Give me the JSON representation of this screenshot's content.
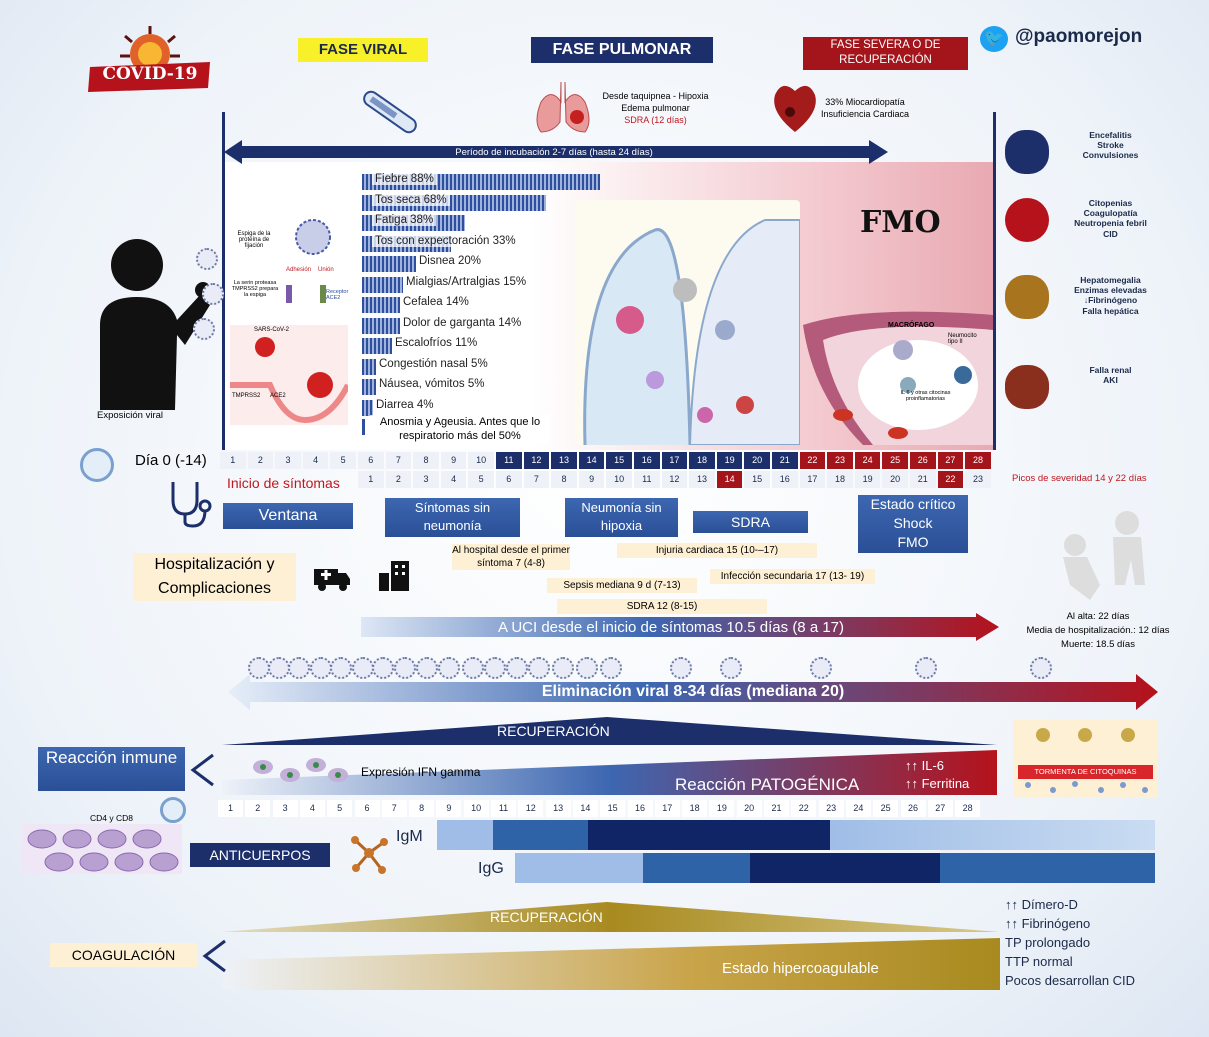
{
  "header": {
    "logo_text": "COVID-19",
    "phase_viral": "FASE VIRAL",
    "phase_pulmonary": "FASE PULMONAR",
    "phase_severe": "FASE SEVERA O DE RECUPERACIÓN",
    "twitter_handle": "@paomorejon"
  },
  "pulmonary_notes": [
    "Desde taquipnea -  Hipoxia",
    "Edema pulmonar",
    "SDRA (12 días)"
  ],
  "cardiac_notes": [
    "33% Miocardiopatía",
    "Insuficiencia Cardiaca"
  ],
  "incubation": "Período de incubación 2-7 días (hasta 24 días)",
  "fmo_label": "FMO",
  "exposure_label": "Exposición viral",
  "spike_labels": {
    "spike": "Espiga de la proteína de fijación",
    "serine": "La serin proteasa TMPRSS2 prepara la espiga",
    "receptor": "Receptor ACE2",
    "attach": "Adhesión",
    "union": "Unión",
    "sars": "SARS-CoV-2",
    "tmprss2": "TMPRSS2",
    "ace2": "ACE2"
  },
  "symptoms": [
    {
      "label": "Fiebre 88%",
      "pct": 88
    },
    {
      "label": "Tos seca 68%",
      "pct": 68
    },
    {
      "label": "Fatiga 38%",
      "pct": 38
    },
    {
      "label": "Tos con expectoración 33%",
      "pct": 33
    },
    {
      "label": "Disnea  20%",
      "pct": 20
    },
    {
      "label": "Mialgias/Artralgias 15%",
      "pct": 15
    },
    {
      "label": "Cefalea  14%",
      "pct": 14
    },
    {
      "label": "Dolor de garganta 14%",
      "pct": 14
    },
    {
      "label": "Escalofríos 11%",
      "pct": 11
    },
    {
      "label": "Congestión nasal 5%",
      "pct": 5
    },
    {
      "label": "Náusea, vómitos 5%",
      "pct": 5
    },
    {
      "label": "Diarrea 4%",
      "pct": 4
    }
  ],
  "anosmia": "Anosmia y Ageusia. Antes que lo respiratorio más del 50%",
  "macrophage_labels": {
    "macro": "MACRÓFAGO",
    "neumo": "Neumocito tipo II",
    "il6": "IL 6 y otras citocinas proinflamatorias"
  },
  "organs": [
    {
      "icon": "brain-icon",
      "lines": [
        "Encefalitis",
        "Stroke",
        "Convulsiones"
      ]
    },
    {
      "icon": "blood-drop-icon",
      "lines": [
        "Citopenias",
        "Coagulopatía",
        "Neutropenia febril",
        "CID"
      ]
    },
    {
      "icon": "liver-icon",
      "lines": [
        "Hepatomegalia",
        "Enzimas elevadas",
        "↓Fibrinógeno",
        "Falla hepática"
      ]
    },
    {
      "icon": "kidney-icon",
      "lines": [
        "Falla renal",
        "AKI"
      ]
    }
  ],
  "timeline": {
    "day_label": "Día 0 (-14)",
    "onset_label": "Inicio de síntomas",
    "days_top": [
      "1",
      "2",
      "3",
      "4",
      "5",
      "6",
      "7",
      "8",
      "9",
      "10",
      "11",
      "12",
      "13",
      "14",
      "15",
      "16",
      "17",
      "18",
      "19",
      "20",
      "21",
      "22",
      "23",
      "24",
      "25",
      "26",
      "27",
      "28"
    ],
    "days_bottom": [
      "1",
      "2",
      "3",
      "4",
      "5",
      "6",
      "7",
      "8",
      "9",
      "10",
      "11",
      "12",
      "13",
      "14",
      "15",
      "16",
      "17",
      "18",
      "19",
      "20",
      "21",
      "22",
      "23"
    ],
    "severity_peaks": "Picos de severidad 14 y 22 días"
  },
  "stages": {
    "ventana": "Ventana",
    "sin_neumonia": "Síntomas sin neumonía",
    "neumonia": "Neumonía sin hipoxia",
    "sdra": "SDRA",
    "critico": [
      "Estado crítico",
      "Shock",
      "FMO"
    ]
  },
  "hospital": {
    "title": [
      "Hospitalización y",
      "Complicaciones"
    ],
    "hosp_from": "Al hospital desde el primer síntoma 7 (4-8)",
    "cardiac_injury": "Injuria cardiaca 15 (10-–17)",
    "secondary_infection": "Infección secundaria 17 (13- 19)",
    "sepsis": "Sepsis mediana 9 d (7-13)",
    "sdra": "SDRA 12 (8-15)",
    "uci": "A  UCI desde el inicio de síntomas 10.5  días (8 a 17)",
    "discharge": [
      "Al alta: 22 días",
      "Media de hospitalización.: 12 días",
      "Muerte: 18.5 días"
    ]
  },
  "viral_shedding": "Eliminación viral 8-34 días (mediana 20)",
  "immune": {
    "recovery": "RECUPERACIÓN",
    "reaction": "Reacción inmune",
    "ifn": "Expresión IFN gamma",
    "pathogenic": "Reacción PATOGÉNICA",
    "il6": "↑↑ IL-6",
    "ferritin": "↑↑ Ferritina",
    "storm": "TORMENTA DE CITOQUINAS"
  },
  "antibodies": {
    "cd": "CD4 y CD8",
    "label": "ANTICUERPOS",
    "igm": "IgM",
    "igg": "IgG",
    "days": [
      "1",
      "2",
      "3",
      "4",
      "5",
      "6",
      "7",
      "8",
      "9",
      "10",
      "11",
      "12",
      "13",
      "14",
      "15",
      "16",
      "17",
      "18",
      "19",
      "20",
      "21",
      "22",
      "23",
      "24",
      "25",
      "26",
      "27",
      "28"
    ]
  },
  "coag": {
    "recovery": "RECUPERACIÓN",
    "label": "COAGULACIÓN",
    "state": "Estado hipercoagulable",
    "notes": [
      "↑↑ Dímero-D",
      "↑↑ Fibrinógeno",
      "TP prolongado",
      "TTP normal",
      "Pocos desarrollan CID"
    ]
  },
  "colors": {
    "navy": "#1c2f6b",
    "red": "#b5121b",
    "blue": "#3d67b1",
    "gold": "#a88a1f"
  }
}
